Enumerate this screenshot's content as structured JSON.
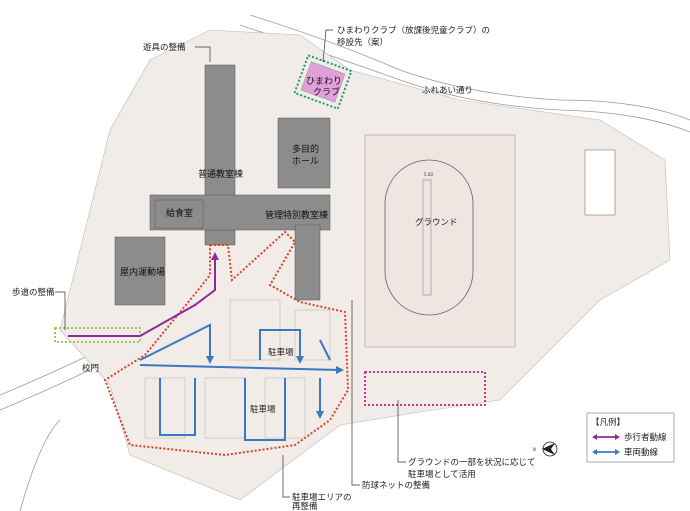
{
  "labels": {
    "playground_equipment": "遊具の整備",
    "club_relocation_line1": "ひまわりクラブ（放課後児童クラブ）の",
    "club_relocation_line2": "移設先（案）",
    "club_name_line1": "ひまわり",
    "club_name_line2": "クラブ",
    "street": "ふれあい通り",
    "hall_line1": "多目的",
    "hall_line2": "ホール",
    "classroom_building": "普通教室棟",
    "kitchen": "給食室",
    "admin_building": "管理特別教室棟",
    "ground": "グラウンド",
    "track_dimension": "5.00",
    "gym": "屋内運動場",
    "sidewalk": "歩道の整備",
    "parking_1": "駐車場",
    "parking_2": "駐車場",
    "gate": "校門",
    "ground_parking_line1": "グラウンドの一部を状況に応じて",
    "ground_parking_line2": "駐車場として活用",
    "net": "防球ネットの整備",
    "parking_area_line1": "駐車場エリアの",
    "parking_area_line2": "再整備"
  },
  "legend": {
    "title": "【凡例】",
    "items": [
      {
        "label": "歩行者動線",
        "color": "#8e2a9a"
      },
      {
        "label": "車両動線",
        "color": "#3a78c0"
      }
    ]
  },
  "colors": {
    "site": "#f2ece8",
    "building": "#8c8c8c",
    "parking_boundary": "#d8402a",
    "sidewalk_zone": "#8cc63f",
    "club_zone": "#1a9a7a",
    "club_fill": "#e0a0d8",
    "ground_parking_zone": "#c0208a"
  }
}
